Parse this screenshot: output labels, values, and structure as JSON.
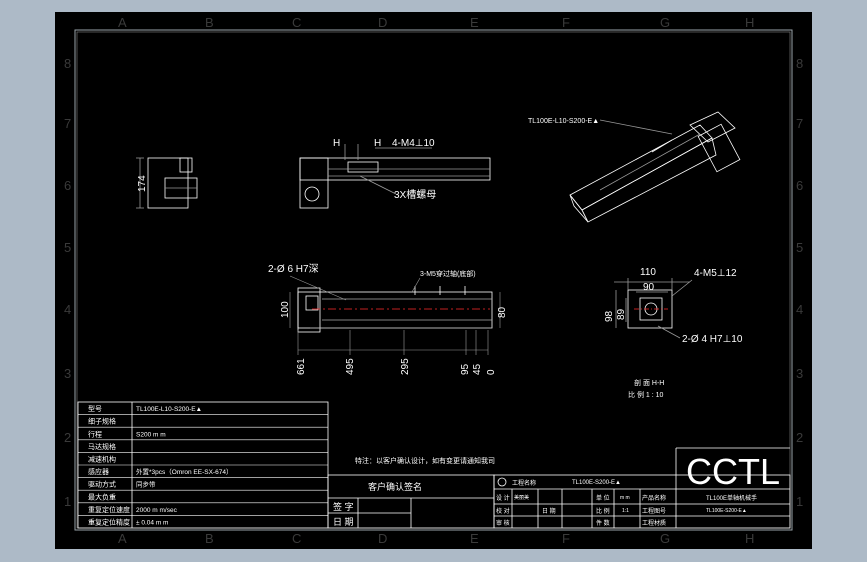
{
  "border": {
    "columns": [
      "A",
      "B",
      "C",
      "D",
      "E",
      "F",
      "G",
      "H"
    ],
    "rows": [
      "8",
      "7",
      "6",
      "5",
      "4",
      "3",
      "2",
      "1"
    ]
  },
  "views": {
    "top_small": {
      "dim_174": "174"
    },
    "front_upper": {
      "h_label": "H",
      "h_label2": "H",
      "callout_tap": "4-M4⊥10",
      "callout_slot": "3X槽螺母"
    },
    "iso": {
      "model_label": "TL100E-L10-S200-E▲"
    },
    "main": {
      "callout_pin": "2-Ø 6  H7深",
      "callout_slot": "3-M5穿过轴(底部)",
      "dim_left": "100",
      "dim_right": "80",
      "dims_bottom": [
        "661",
        "495",
        "295",
        "95",
        "45",
        "0"
      ]
    },
    "section": {
      "dim_110": "110",
      "dim_90": "90",
      "dim_98": "98",
      "dim_89": "89",
      "callout_tap": "4-M5⊥12",
      "callout_pin": "2-Ø 4  H7⊥10",
      "title": "剖 面 H-H",
      "scale": "比 例 1 : 10"
    }
  },
  "spec_table": [
    {
      "label": "型号",
      "value": "TL100E-L10-S200-E▲"
    },
    {
      "label": "细子规格",
      "value": ""
    },
    {
      "label": "行程",
      "value": "S200 m m"
    },
    {
      "label": "马达规格",
      "value": ""
    },
    {
      "label": "减速机构",
      "value": ""
    },
    {
      "label": "感应器",
      "value": "外置*3pcs（Omron EE-SX-674）"
    },
    {
      "label": "驱动方式",
      "value": "同步带"
    },
    {
      "label": "最大负重",
      "value": ""
    },
    {
      "label": "重复定位速度",
      "value": "2000 m m/sec"
    },
    {
      "label": "重复定位精度",
      "value": "± 0.04 m m"
    }
  ],
  "note": "特注：以客户确认设计，如有变更请通知我司",
  "approval": {
    "title": "客户确认签名",
    "sign": "签 字",
    "date": "日 期"
  },
  "title_block": {
    "drawing_no_label": "工程名称",
    "drawing_no": "TL100E-S200-E▲",
    "designer": "设 计",
    "checker": "校 对",
    "approver": "审 核",
    "date": "日 期",
    "designer_name": "美丽美",
    "unit_label": "单 位",
    "unit_value": "m m",
    "scale_label": "比 例",
    "scale_value": "1:1",
    "qty_label": "件 数",
    "product_label": "产品名称",
    "product_name": "TL100E单轴机械手",
    "drawing_label": "工程图号",
    "drawing_value": "TL100E-S200-E▲",
    "material_label": "工程材质"
  },
  "logo": "CCTL",
  "colors": {
    "canvas": "#000000",
    "line": "#ffffff",
    "gray": "#b8b8b8",
    "center": "#ff2a2a",
    "dim": "#9a9a9a",
    "sheet": "#b3bfcb"
  }
}
